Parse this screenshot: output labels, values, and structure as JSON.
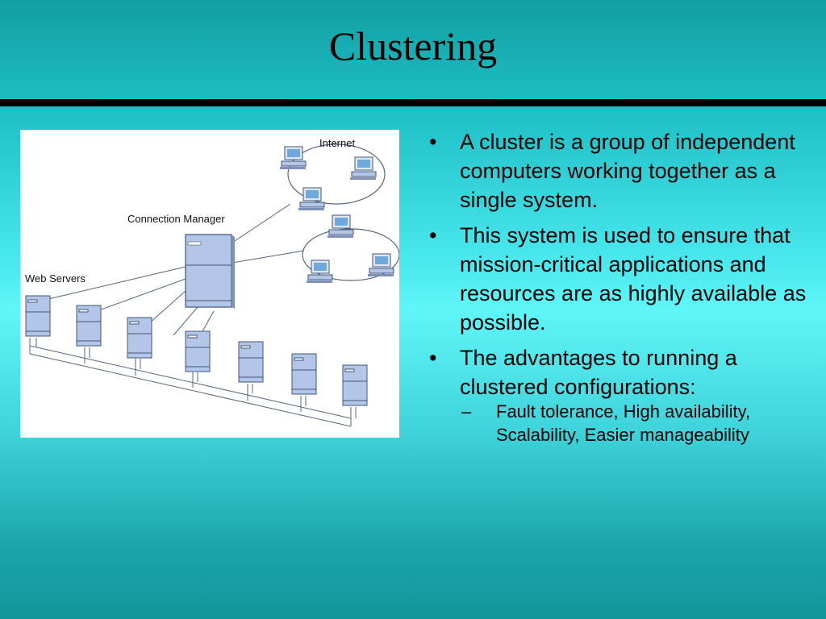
{
  "slide": {
    "title": "Clustering"
  },
  "figure": {
    "labels": {
      "internet": "Internet",
      "connection_manager": "Connection Manager",
      "web_servers": "Web Servers"
    },
    "colors": {
      "server_fill": "#b4c6e8",
      "server_stroke": "#3f5578",
      "line": "#55667f"
    },
    "icons": [
      "workstation-icon",
      "server-tower-icon",
      "network-cloud-icon"
    ]
  },
  "bullets": [
    {
      "text": "A cluster is a group of independent computers working together as a single system."
    },
    {
      "text": "This system is used to ensure that mission-critical applications and resources are as highly available as possible."
    },
    {
      "text": "The advantages to running a clustered configurations:",
      "sub": [
        "Fault tolerance, High availability, Scalability, Easier manageability"
      ]
    }
  ],
  "bullet_glyph": "•",
  "sub_glyph": "–"
}
